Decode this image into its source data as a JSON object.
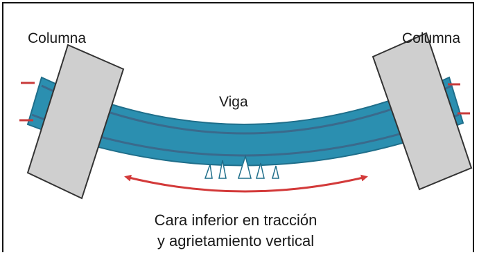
{
  "labels": {
    "left_column": "Columna",
    "right_column": "Columna",
    "beam": "Viga",
    "caption_line1": "Cara inferior en tracción",
    "caption_line2": "y agrietamiento vertical"
  },
  "colors": {
    "beam_fill": "#2b8fb0",
    "beam_dark": "#1f6e8a",
    "beam_stripe": "#3a6a8c",
    "column_fill": "#cfcfcf",
    "column_stroke": "#333333",
    "arrow": "#d33a3a",
    "rebar_tip": "#c83a3a"
  },
  "icons": {
    "arrow": "double-headed-curved-arrow"
  }
}
